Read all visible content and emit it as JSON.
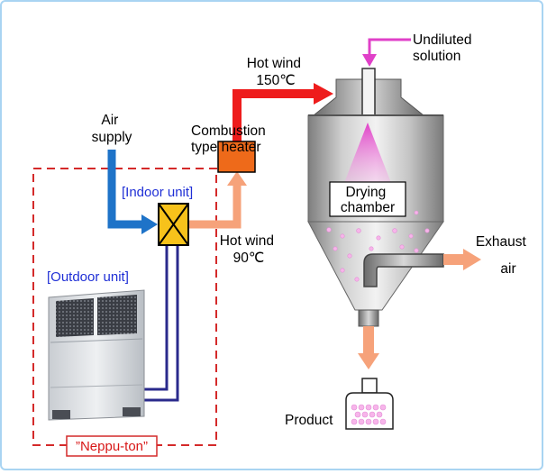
{
  "labels": {
    "undiluted_solution": [
      "Undiluted",
      "solution"
    ],
    "hot_wind_top": [
      "Hot wind",
      "150℃"
    ],
    "air_supply": [
      "Air",
      "supply"
    ],
    "combustion_heater": [
      "Combustion",
      "type heater"
    ],
    "indoor_unit": "[Indoor unit]",
    "outdoor_unit": "[Outdoor unit]",
    "hot_wind_bottom": [
      "Hot wind",
      "90℃"
    ],
    "drying_chamber": [
      "Drying",
      "chamber"
    ],
    "exhaust_air": [
      "Exhaust",
      "air"
    ],
    "product": "Product",
    "neppu_ton": "”Neppu-ton”"
  },
  "colors": {
    "hot_red": "#ee1c1c",
    "warm_orange": "#f6a27a",
    "air_blue": "#1e73c8",
    "pipe_navy": "#2a2a8c",
    "magenta": "#e040c8",
    "heater_orange": "#ee6a1a",
    "exchanger_yellow": "#f7c21b",
    "dashed_red": "#d42a2a",
    "unit_label_blue": "#1f2fd6"
  },
  "icons": [
    "heat-exchanger-icon",
    "outdoor-unit-icon",
    "product-bottle-icon"
  ]
}
